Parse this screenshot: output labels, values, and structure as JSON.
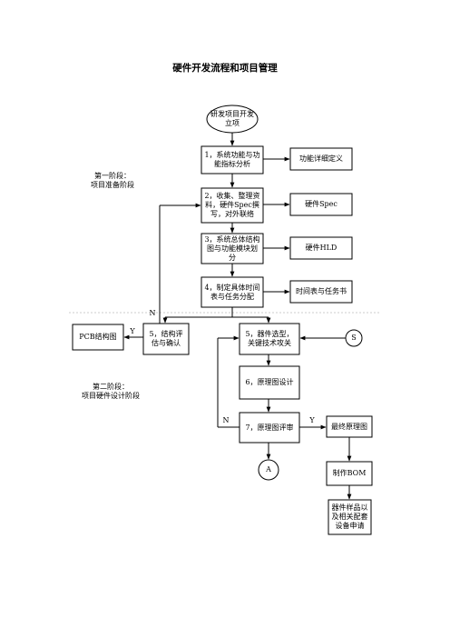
{
  "title": "硬件开发流程和项目管理",
  "phases": {
    "phase1": "第一阶段：\n项目准备阶段",
    "phase2": "第二阶段：\n项目硬件设计阶段"
  },
  "nodes": {
    "start": "研发项目开发立项",
    "step1": "1，系统功能与功能指标分析",
    "func_detail": "功能详细定义",
    "step2": "2，收集、整理资料，硬件Spec撰写，对外联络",
    "hw_spec": "硬件Spec",
    "step3": "3，系统总体结构图与功能模块划分",
    "hw_hld": "硬件HLD",
    "step4": "4，制定具体时间表与任务分配",
    "schedule": "时间表与任务书",
    "pcb": "PCB结构图",
    "step5a": "5，结构评估与确认",
    "step5b": "5，器件选型，关键技术攻关",
    "connector_s": "S",
    "step6": "6，原理图设计",
    "step7": "7，原理图评审",
    "final_schematic": "最终原理图",
    "bom": "制作BOM",
    "samples": "器件样品以及相关配套设备申请",
    "connector_a": "A"
  },
  "edge_labels": {
    "n_top": "N",
    "y_pcb": "Y",
    "n_review": "N",
    "y_review": "Y"
  }
}
